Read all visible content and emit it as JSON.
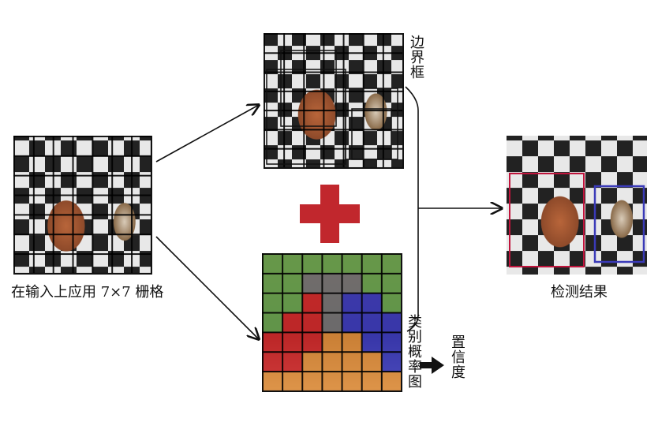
{
  "labels": {
    "input_caption": "在输入上应用 7×7 栅格",
    "bbox_label": "边界框",
    "class_prob_label": "类别概率图",
    "confidence_label": "置信度",
    "result_label": "检测结果"
  },
  "grid": {
    "rows": 7,
    "cols": 7
  },
  "colors": {
    "plus": "#c1272d",
    "class_green": "#6aa84f",
    "class_red": "#d62828",
    "class_blue": "#3b3bbf",
    "class_orange": "#e69138",
    "class_gray": "#777777",
    "box_red": "#c0143c",
    "box_blue": "#3a3ab8"
  },
  "class_map": [
    [
      "green",
      "green",
      "green",
      "green",
      "green",
      "green",
      "green"
    ],
    [
      "green",
      "green",
      "gray",
      "gray",
      "gray",
      "green",
      "green"
    ],
    [
      "green",
      "green",
      "red",
      "gray",
      "blue",
      "blue",
      "green"
    ],
    [
      "green",
      "red",
      "red",
      "gray",
      "blue",
      "blue",
      "blue"
    ],
    [
      "red",
      "red",
      "red",
      "orange",
      "orange",
      "blue",
      "blue"
    ],
    [
      "red",
      "red",
      "orange",
      "orange",
      "orange",
      "orange",
      "blue"
    ],
    [
      "orange",
      "orange",
      "orange",
      "orange",
      "orange",
      "orange",
      "orange"
    ]
  ],
  "icons": {
    "plus": "plus-icon",
    "arrow": "arrow-right-icon"
  }
}
